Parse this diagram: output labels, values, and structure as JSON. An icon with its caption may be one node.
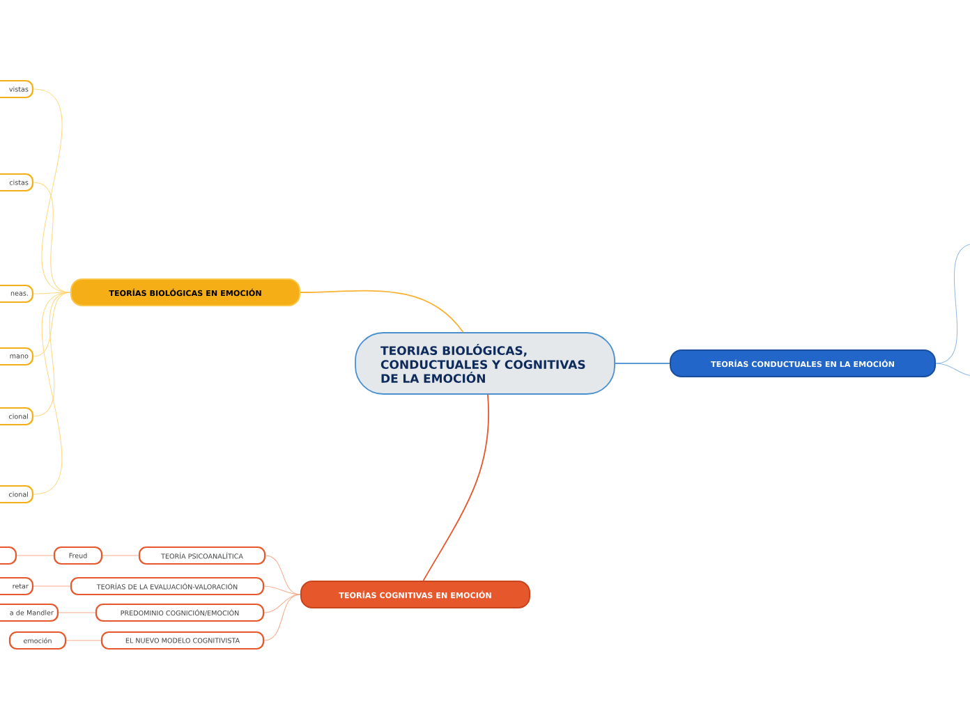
{
  "diagram": {
    "nodes": [
      {
        "text": [
          "TEORIAS BIOLÓGICAS, CONDUCTUALES Y COGNITIVAS DE LA EMOCIÓN"
        ]
      },
      {
        "text": [
          "TEORÍAS BIOLÓGICAS EN EMOCIÓN"
        ]
      },
      {
        "text": [
          "TEORÍAS CONDUCTUALES EN LA EMOCIÓN"
        ]
      },
      {
        "text": [
          "TEORÍAS COGNITIVAS EN EMOCIÓN"
        ]
      },
      {
        "text": [
          "vistas"
        ]
      },
      {
        "text": [
          "cistas"
        ]
      },
      {
        "text": [
          "neas."
        ]
      },
      {
        "text": [
          "mano"
        ]
      },
      {
        "text": [
          "cional"
        ]
      },
      {
        "text": [
          "cional"
        ]
      },
      {
        "text": [
          "TEORÍA PSICOANALÍTICA"
        ]
      },
      {
        "text": [
          "Freud"
        ]
      },
      {
        "text": [],
        "shape": "box"
      },
      {
        "text": [
          "TEORÍAS DE LA EVALUACIÓN-VALORACIÓN"
        ]
      },
      {
        "text": [
          "retar"
        ]
      },
      {
        "text": [
          "PREDOMINIO COGNICIÓN/EMOCIÓN"
        ]
      },
      {
        "text": [
          "a de Mandler"
        ]
      },
      {
        "text": [
          "EL NUEVO MODELO COGNITIVISTA"
        ]
      },
      {
        "text": [
          "emoción"
        ]
      }
    ],
    "edges": [
      {
        "from": 0,
        "to": 1,
        "arrow": "none",
        "color": "#f9b233"
      },
      {
        "from": 0,
        "to": 2,
        "arrow": "none",
        "color": "#5b9bd5"
      },
      {
        "from": 0,
        "to": 3,
        "arrow": "none",
        "color": "#e8562c"
      },
      {
        "from": 1,
        "to": 4,
        "arrow": "none",
        "color": "#ffd77a"
      },
      {
        "from": 1,
        "to": 5,
        "arrow": "none",
        "color": "#ffd77a"
      },
      {
        "from": 1,
        "to": 6,
        "arrow": "none",
        "color": "#ffd77a"
      },
      {
        "from": 1,
        "to": 7,
        "arrow": "none",
        "color": "#ffd77a"
      },
      {
        "from": 1,
        "to": 8,
        "arrow": "none",
        "color": "#ffd77a"
      },
      {
        "from": 1,
        "to": 9,
        "arrow": "none",
        "color": "#ffd77a"
      },
      {
        "from": 2,
        "to": null,
        "arrow": "none",
        "color": "#8fb8e6"
      },
      {
        "from": 2,
        "to": null,
        "arrow": "none",
        "color": "#8fb8e6"
      },
      {
        "from": 3,
        "to": 10,
        "arrow": "none",
        "color": "#f8a989"
      },
      {
        "from": 10,
        "to": 11,
        "arrow": "none",
        "color": "#f8a989"
      },
      {
        "from": 11,
        "to": 12,
        "arrow": "none",
        "color": "#f8a989"
      },
      {
        "from": 3,
        "to": 13,
        "arrow": "none",
        "color": "#f8a989"
      },
      {
        "from": 13,
        "to": 14,
        "arrow": "none",
        "color": "#f8a989"
      },
      {
        "from": 3,
        "to": 15,
        "arrow": "none",
        "color": "#f8a989"
      },
      {
        "from": 15,
        "to": 16,
        "arrow": "none",
        "color": "#f8a989"
      },
      {
        "from": 3,
        "to": 17,
        "arrow": "none",
        "color": "#f8a989"
      },
      {
        "from": 17,
        "to": 18,
        "arrow": "none",
        "color": "#f8a989"
      }
    ]
  }
}
